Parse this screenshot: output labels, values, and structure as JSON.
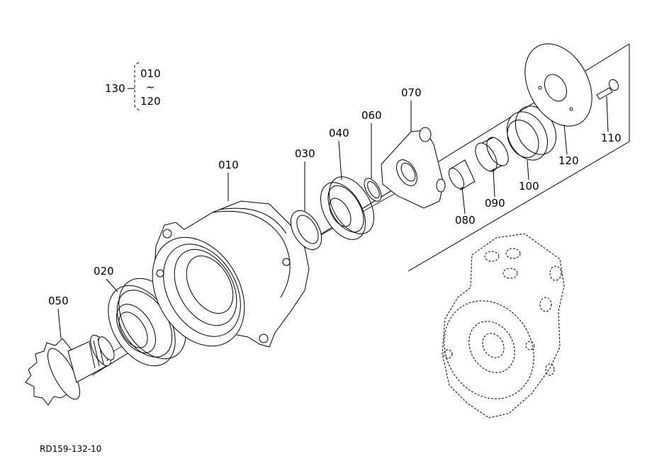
{
  "diagram": {
    "group": {
      "number": "130",
      "range_start": "010",
      "range_tilde": "~",
      "range_end": "120"
    },
    "parts": [
      {
        "id": "010"
      },
      {
        "id": "020"
      },
      {
        "id": "030"
      },
      {
        "id": "040"
      },
      {
        "id": "050"
      },
      {
        "id": "060"
      },
      {
        "id": "070"
      },
      {
        "id": "080"
      },
      {
        "id": "090"
      },
      {
        "id": "100"
      },
      {
        "id": "110"
      },
      {
        "id": "120"
      }
    ],
    "reference_code": "RD159-132-10"
  }
}
